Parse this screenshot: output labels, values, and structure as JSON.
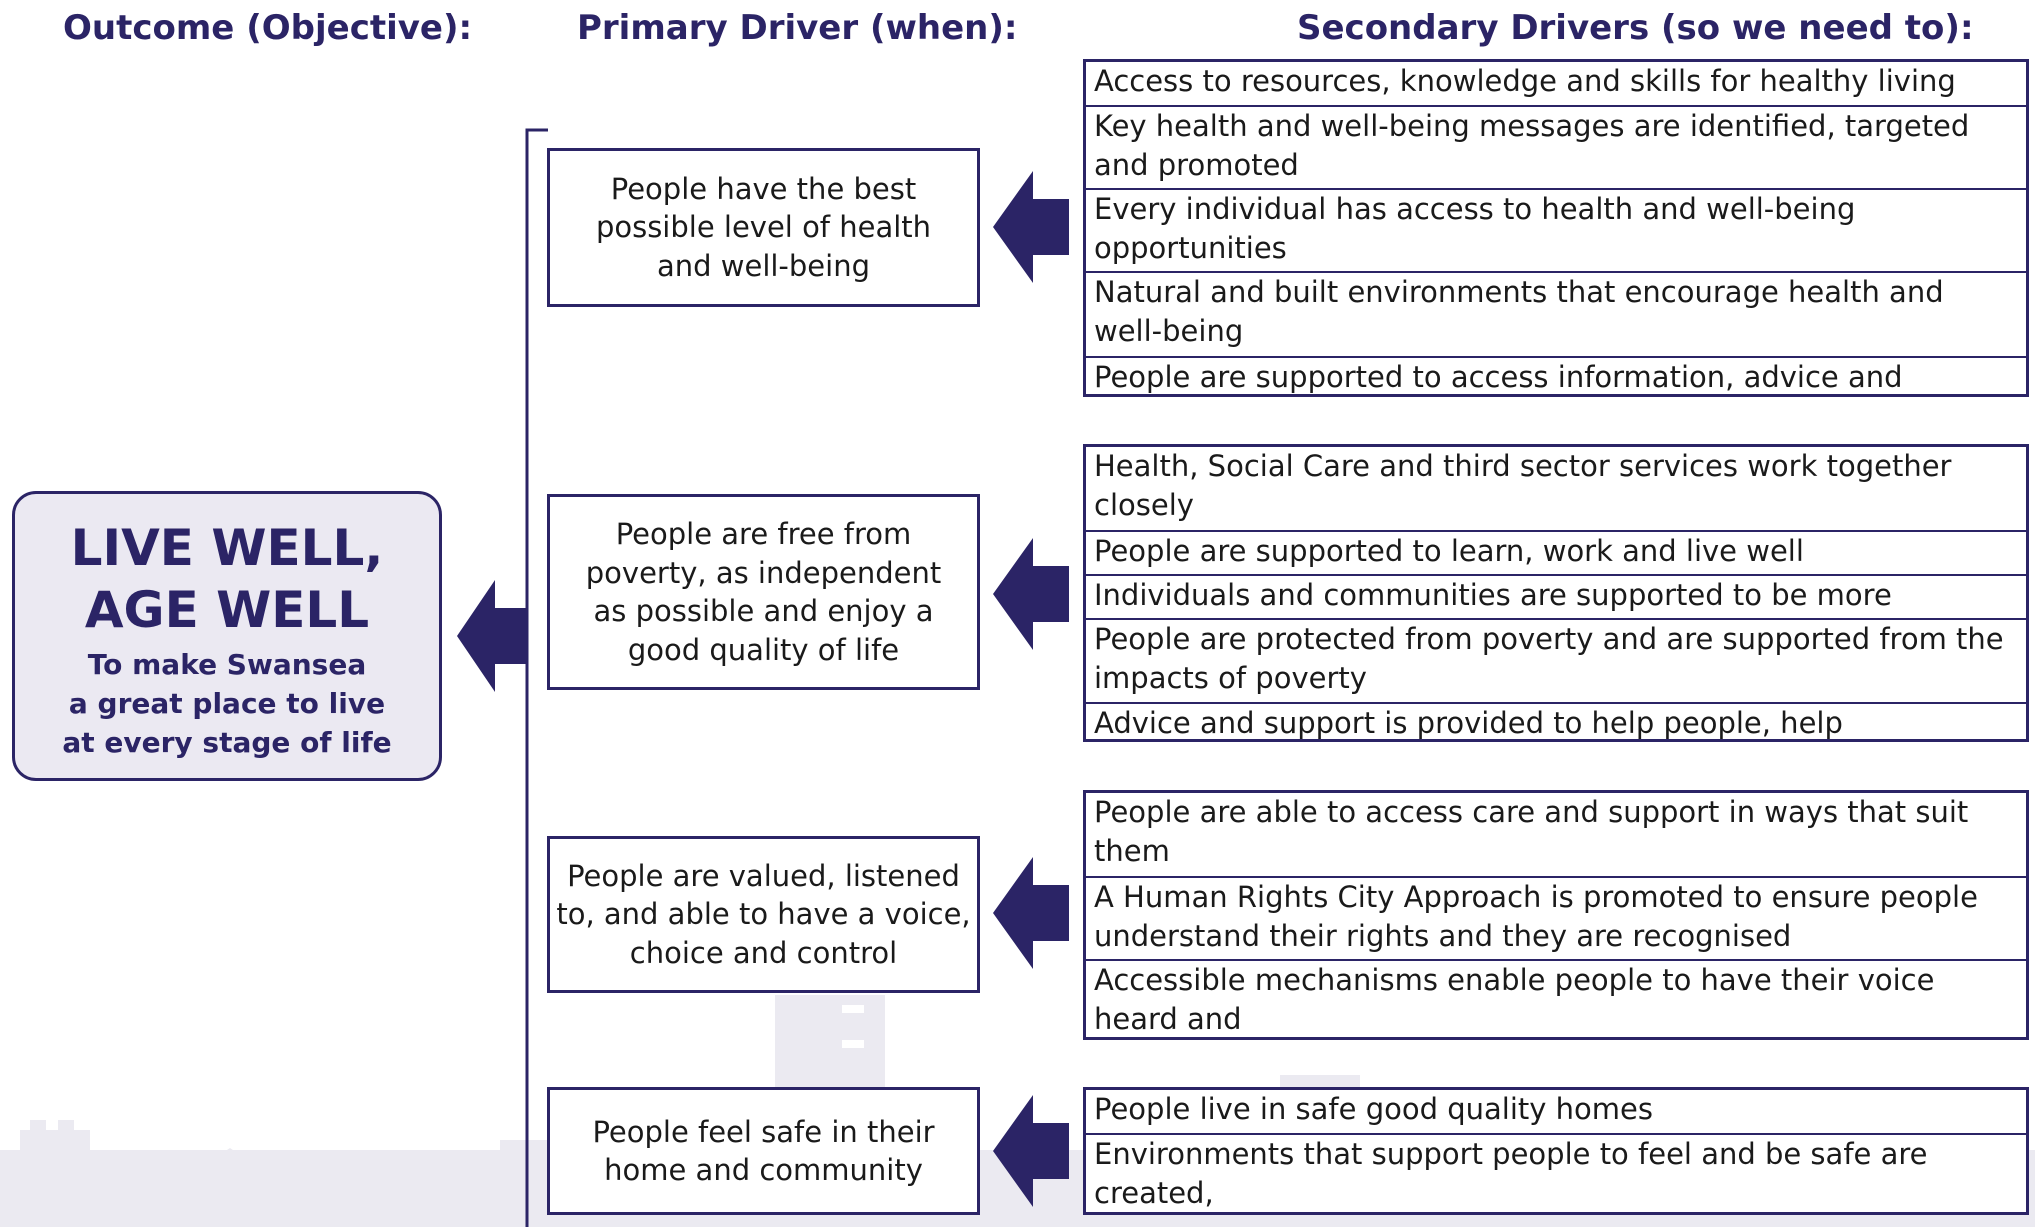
{
  "headers": {
    "outcome": "Outcome (Objective):",
    "primary": "Primary Driver (when):",
    "secondary": "Secondary Drivers (so we need to):"
  },
  "outcome": {
    "title": "LIVE WELL,\nAGE WELL",
    "subtitle": "To make Swansea\na great place to live\nat every stage of life"
  },
  "primary_drivers": [
    "People have the best\npossible level of health\nand well-being",
    "People are free from\npoverty, as independent\nas possible and enjoy a\ngood quality of life",
    "People are valued, listened\nto, and able to have a voice,\nchoice and control",
    "People feel safe in their\nhome and community"
  ],
  "secondary_drivers": [
    [
      "Access to resources, knowledge and skills for healthy living",
      "Key health and well-being messages are identified, targeted\nand promoted",
      "Every individual has access to health and well-being opportunities\nand services",
      "Natural and built environments that encourage health and well-being\nare created and sustained",
      "People are supported to access information, advice and assistance"
    ],
    [
      "Health, Social Care and third sector services work together closely\nto provide services in the community",
      "People are supported to learn, work and live well",
      "Individuals and communities are supported to be more connected",
      "People are protected from poverty and are supported from the\nimpacts of poverty",
      "Advice and support is provided to help people, help themselves"
    ],
    [
      "People are able to access care and support in ways that suit them\nand supports them to help themselves",
      "A Human Rights City Approach is promoted to ensure people\nunderstand their rights and they are recognised",
      "Accessible mechanisms enable people to have their voice heard and\nbe involved in decision making processes that impact their lives"
    ],
    [
      "People live in safe good quality homes",
      "Environments that support people to feel and be safe are created,\nsustained and protected"
    ]
  ],
  "colors": {
    "navy": "#2b2466",
    "outcome_fill": "#ebe9f2",
    "watermark": "#ebeaf1",
    "text": "#1a1a1a"
  }
}
